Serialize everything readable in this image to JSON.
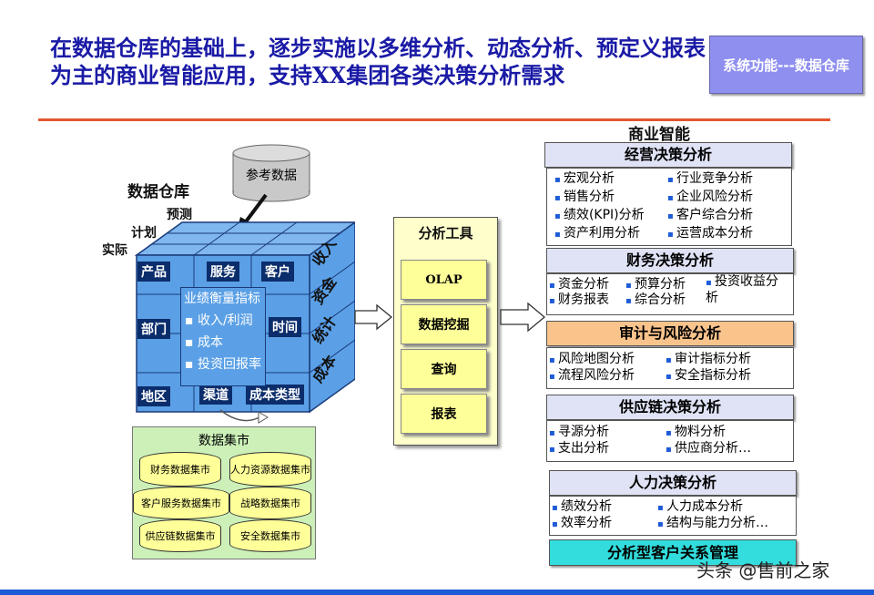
{
  "header": {
    "title": "在数据仓库的基础上，逐步实施以多维分析、动态分析、预定义报表为主的商业智能应用，支持XX集团各类决策分析需求",
    "badge": "系统功能---数据仓库"
  },
  "warehouse": {
    "title": "数据仓库",
    "reference": "参考数据",
    "time_axis": [
      "预测",
      "计划",
      "实际"
    ],
    "top_face": [
      "产品",
      "服务",
      "客户"
    ],
    "left_face": [
      "部门",
      "地区",
      "渠道",
      "成本类型",
      "时间"
    ],
    "side_face": [
      "收入",
      "资金",
      "统计",
      "成本"
    ],
    "metrics_title": "业绩衡量指标",
    "metrics": [
      "收入/利润",
      "成本",
      "投资回报率"
    ]
  },
  "datamart": {
    "title": "数据集市",
    "items": [
      "财务数据集市",
      "人力资源数据集市",
      "客户服务数据集市",
      "战略数据集市",
      "供应链数据集市",
      "安全数据集市"
    ]
  },
  "tools": {
    "title": "分析工具",
    "items": [
      "OLAP",
      "数据挖掘",
      "查询",
      "报表"
    ]
  },
  "bi": {
    "title": "商业智能",
    "categories": [
      {
        "title": "经营决策分析",
        "items": [
          "宏观分析",
          "行业竞争分析",
          "销售分析",
          "企业风险分析",
          "绩效(KPI)分析",
          "客户综合分析",
          "资产利用分析",
          "运营成本分析"
        ]
      },
      {
        "title": "财务决策分析",
        "items": [
          "资金分析",
          "预算分析",
          "投资收益分析",
          "财务报表",
          "综合分析"
        ]
      },
      {
        "title": "审计与风险分析",
        "items": [
          "风险地图分析",
          "审计指标分析",
          "流程风险分析",
          "安全指标分析"
        ]
      },
      {
        "title": "供应链决策分析",
        "items": [
          "寻源分析",
          "物料分析",
          "支出分析",
          "供应商分析…"
        ]
      },
      {
        "title": "人力决策分析",
        "items": [
          "绩效分析",
          "人力成本分析",
          "效率分析",
          "结构与能力分析…"
        ]
      },
      {
        "title": "分析型客户关系管理",
        "items": []
      }
    ]
  },
  "watermark": "头条 @售前之家",
  "colors": {
    "title": "#1a1aa6",
    "cube": "#5ba0e6",
    "audit": "#f9c38c",
    "crm": "#33dddd",
    "cat_head": "#dfe3f5"
  }
}
